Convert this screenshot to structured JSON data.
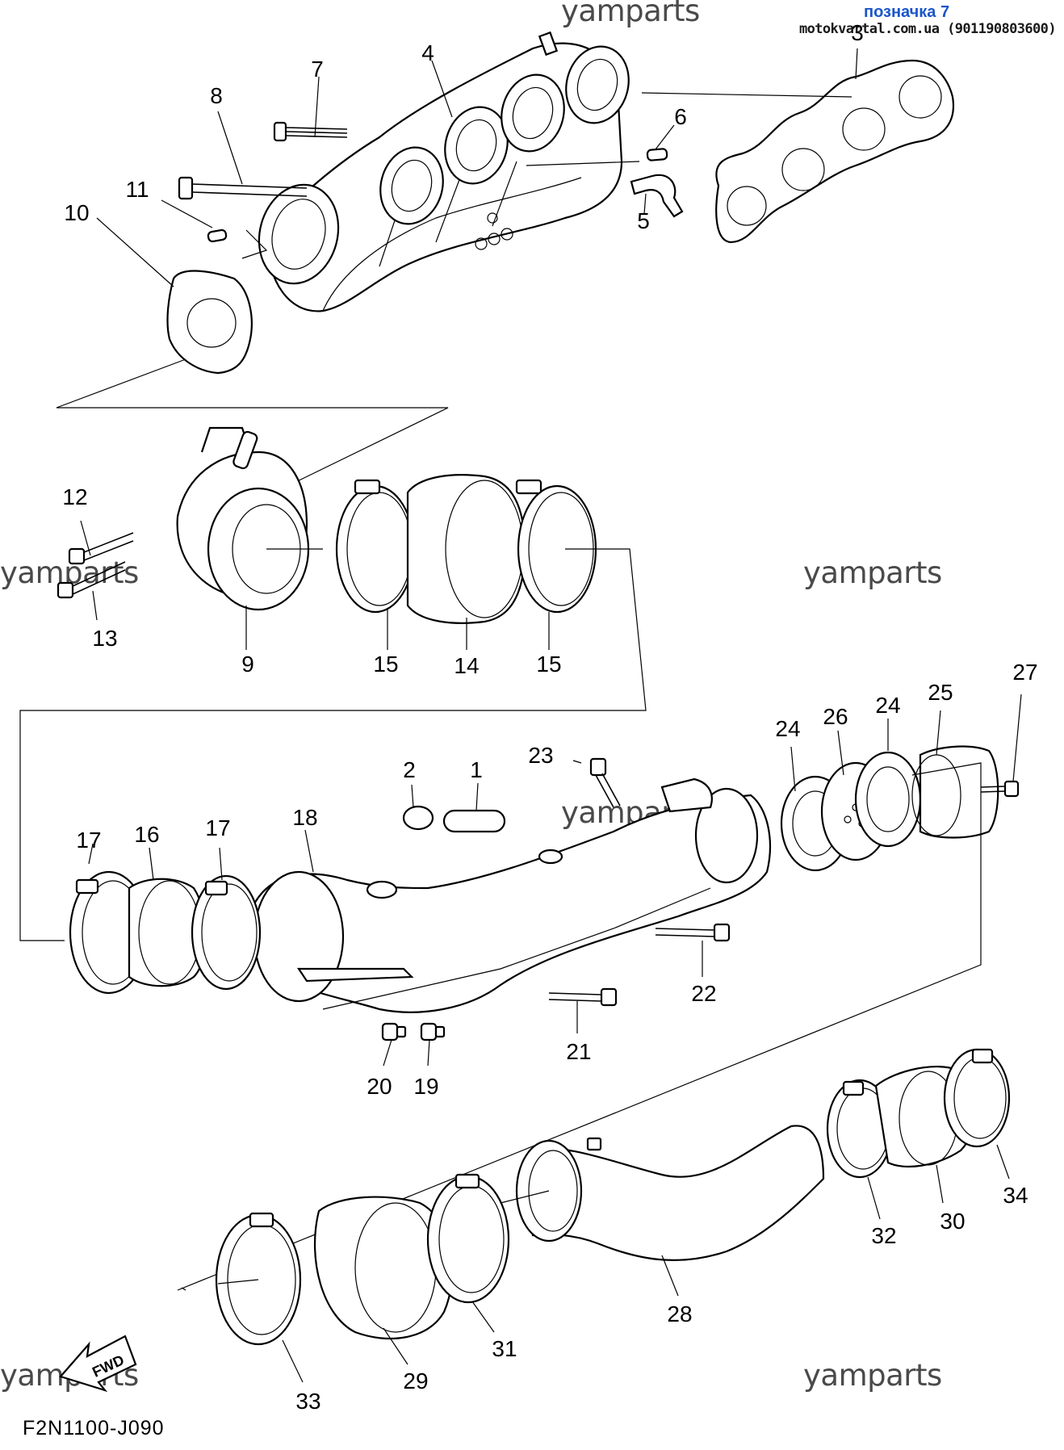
{
  "header": {
    "bookmark": "позначка 7",
    "source": "motokvartal.com.ua (901190803600)"
  },
  "watermarks": [
    "yamparts",
    "yamparts",
    "yamparts",
    "yamparts",
    "yamparts",
    "yamparts"
  ],
  "diagram_code": "F2N1100-J090",
  "fwd_label": "FWD",
  "callouts": [
    "1",
    "2",
    "3",
    "4",
    "5",
    "6",
    "7",
    "8",
    "9",
    "10",
    "11",
    "12",
    "13",
    "14",
    "15",
    "15",
    "16",
    "17",
    "17",
    "18",
    "19",
    "20",
    "21",
    "22",
    "23",
    "24",
    "24",
    "25",
    "26",
    "27",
    "28",
    "29",
    "30",
    "31",
    "32",
    "33",
    "34"
  ]
}
